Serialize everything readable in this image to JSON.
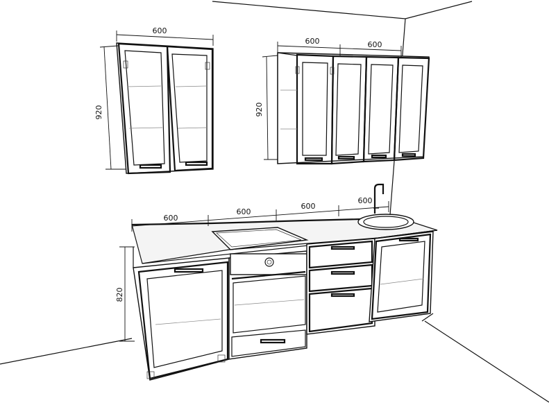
{
  "dimensions": {
    "upper_left_width": "600",
    "upper_left_height": "920",
    "upper_right_width_1": "600",
    "upper_right_width_2": "600",
    "upper_right_height": "920",
    "base_width_1": "600",
    "base_width_2": "600",
    "base_width_3": "600",
    "base_width_4": "600",
    "base_height": "820"
  }
}
